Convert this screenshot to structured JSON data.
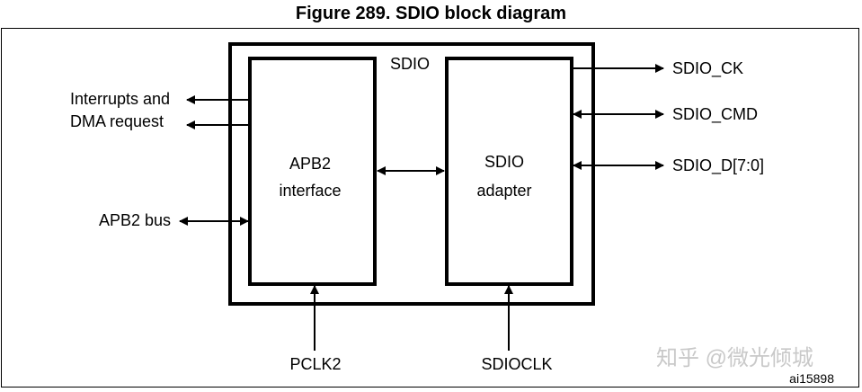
{
  "title": "Figure 289. SDIO block diagram",
  "outer_block": {
    "label": "SDIO"
  },
  "left_block": {
    "line1": "APB2",
    "line2": "interface"
  },
  "right_block": {
    "line1": "SDIO",
    "line2": "adapter"
  },
  "left_signals": {
    "interrupts_line1": "Interrupts and",
    "interrupts_line2": "DMA request",
    "apb2_bus": "APB2 bus"
  },
  "right_signals": {
    "ck": "SDIO_CK",
    "cmd": "SDIO_CMD",
    "data": "SDIO_D[7:0]"
  },
  "bottom_signals": {
    "pclk2": "PCLK2",
    "sdioclk": "SDIOCLK"
  },
  "figure_id": "ai15898",
  "watermark": "知乎 @微光倾城"
}
